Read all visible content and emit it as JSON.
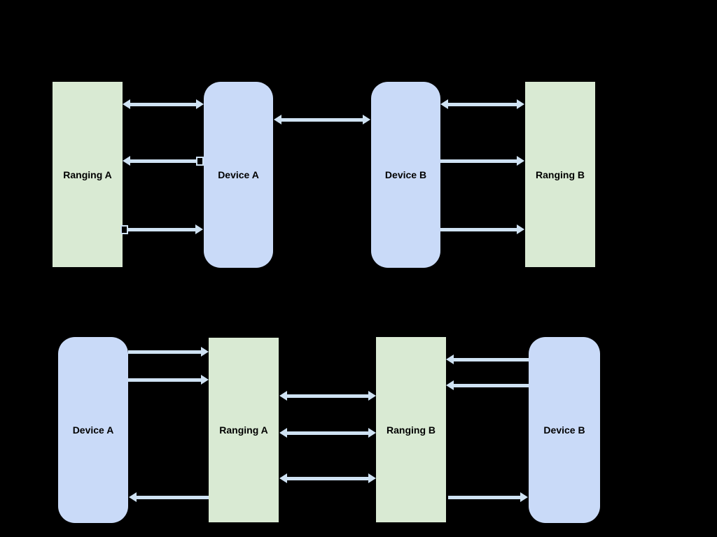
{
  "colors": {
    "background": "#000000",
    "ranging_box": "#d9ead3",
    "device_box": "#c9daf8",
    "arrow": "#cfe2f3",
    "label": "#000000"
  },
  "top_diagram": {
    "boxes": [
      {
        "label": "Ranging A",
        "kind": "ranging"
      },
      {
        "label": "Device A",
        "kind": "device"
      },
      {
        "label": "Device B",
        "kind": "device"
      },
      {
        "label": "Ranging B",
        "kind": "ranging"
      }
    ],
    "connections": [
      {
        "from": "Ranging A",
        "to": "Device A",
        "direction": "both"
      },
      {
        "from": "Device A",
        "to": "Ranging A",
        "direction": "left"
      },
      {
        "from": "Ranging A",
        "to": "Device A",
        "direction": "right"
      },
      {
        "from": "Device A",
        "to": "Device B",
        "direction": "both"
      },
      {
        "from": "Device B",
        "to": "Ranging B",
        "direction": "both"
      },
      {
        "from": "Device B",
        "to": "Ranging B",
        "direction": "right"
      },
      {
        "from": "Device B",
        "to": "Ranging B",
        "direction": "right"
      }
    ]
  },
  "bottom_diagram": {
    "boxes": [
      {
        "label": "Device A",
        "kind": "device"
      },
      {
        "label": "Ranging A",
        "kind": "ranging"
      },
      {
        "label": "Ranging B",
        "kind": "ranging"
      },
      {
        "label": "Device B",
        "kind": "device"
      }
    ],
    "connections": [
      {
        "from": "Device A",
        "to": "Ranging A",
        "direction": "right"
      },
      {
        "from": "Device A",
        "to": "Ranging A",
        "direction": "right"
      },
      {
        "from": "Ranging A",
        "to": "Device A",
        "direction": "left"
      },
      {
        "from": "Ranging A",
        "to": "Ranging B",
        "direction": "both"
      },
      {
        "from": "Ranging A",
        "to": "Ranging B",
        "direction": "both"
      },
      {
        "from": "Ranging A",
        "to": "Ranging B",
        "direction": "both"
      },
      {
        "from": "Device B",
        "to": "Ranging B",
        "direction": "left"
      },
      {
        "from": "Device B",
        "to": "Ranging B",
        "direction": "left"
      },
      {
        "from": "Ranging B",
        "to": "Device B",
        "direction": "right"
      }
    ]
  }
}
